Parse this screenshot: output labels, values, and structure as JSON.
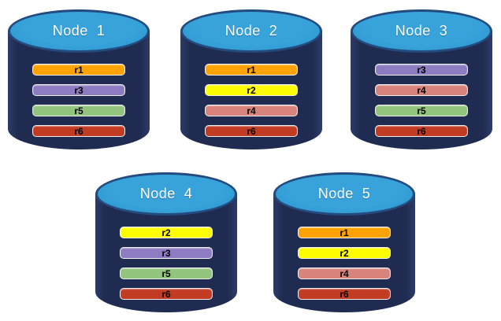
{
  "diagram": {
    "description_labels": [],
    "background_color": "#ffffff"
  },
  "colors": {
    "cylinder_body": "#1F2B50",
    "cylinder_top": "#2F9BD5",
    "cylinder_top_outline": "#234B7E",
    "node_label_text": "#ffffff",
    "bar_text": "#000000",
    "replicas": {
      "r1": "#FFA303",
      "r2": "#FFFE01",
      "r3": "#8E7CC3",
      "r4": "#D9837D",
      "r5": "#93C47D",
      "r6": "#C23B23"
    }
  },
  "nodes": [
    {
      "label": "Node  1",
      "replicas": [
        "r1",
        "r3",
        "r5",
        "r6"
      ]
    },
    {
      "label": "Node  2",
      "replicas": [
        "r1",
        "r2",
        "r4",
        "r6"
      ]
    },
    {
      "label": "Node  3",
      "replicas": [
        "r3",
        "r4",
        "r5",
        "r6"
      ]
    },
    {
      "label": "Node  4",
      "replicas": [
        "r2",
        "r3",
        "r5",
        "r6"
      ]
    },
    {
      "label": "Node  5",
      "replicas": [
        "r1",
        "r2",
        "r4",
        "r6"
      ]
    }
  ]
}
